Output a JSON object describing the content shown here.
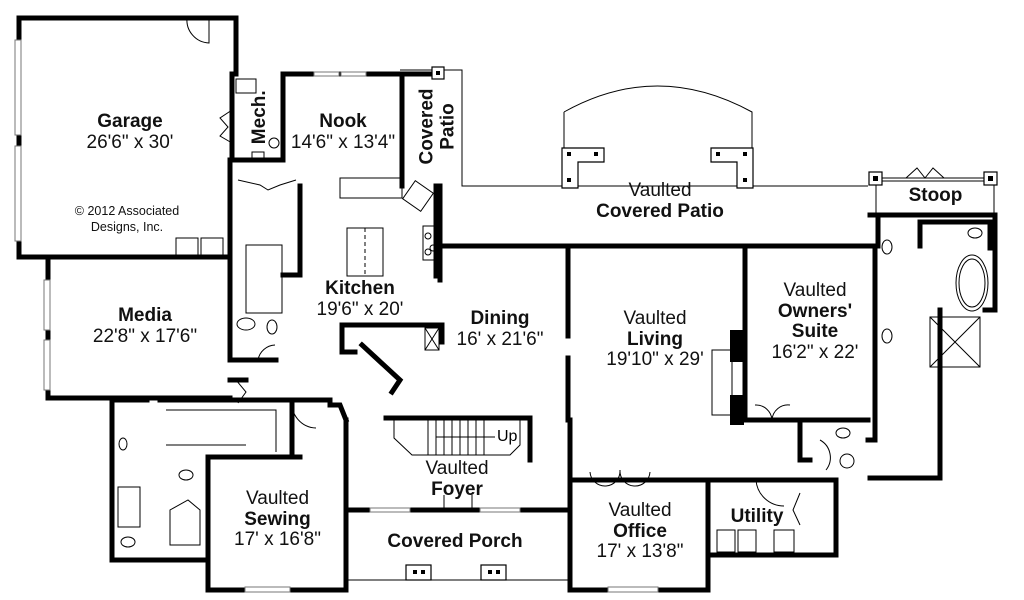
{
  "plan": {
    "copyright": [
      "© 2012 Associated",
      "Designs, Inc."
    ],
    "stair_label": "Up",
    "rooms": {
      "garage": {
        "name": "Garage",
        "dims": "26'6\" x 30'"
      },
      "mech": {
        "name": "Mech."
      },
      "nook": {
        "name": "Nook",
        "dims": "14'6\" x 13'4\""
      },
      "covered_patio_small": {
        "line1": "Covered",
        "line2": "Patio"
      },
      "vaulted_covered_patio": {
        "prefix": "Vaulted",
        "name": "Covered Patio"
      },
      "stoop": {
        "name": "Stoop"
      },
      "kitchen": {
        "name": "Kitchen",
        "dims": "19'6\" x 20'"
      },
      "media": {
        "name": "Media",
        "dims": "22'8\" x 17'6\""
      },
      "dining": {
        "name": "Dining",
        "dims": "16' x 21'6\""
      },
      "living": {
        "prefix": "Vaulted",
        "name": "Living",
        "dims": "19'10\" x 29'"
      },
      "owners_suite": {
        "prefix": "Vaulted",
        "name1": "Owners'",
        "name2": "Suite",
        "dims": "16'2\" x 22'"
      },
      "foyer": {
        "prefix": "Vaulted",
        "name": "Foyer"
      },
      "sewing": {
        "prefix": "Vaulted",
        "name": "Sewing",
        "dims": "17' x 16'8\""
      },
      "covered_porch": {
        "name": "Covered Porch"
      },
      "office": {
        "prefix": "Vaulted",
        "name": "Office",
        "dims": "17' x 13'8\""
      },
      "utility": {
        "name": "Utility"
      }
    }
  }
}
